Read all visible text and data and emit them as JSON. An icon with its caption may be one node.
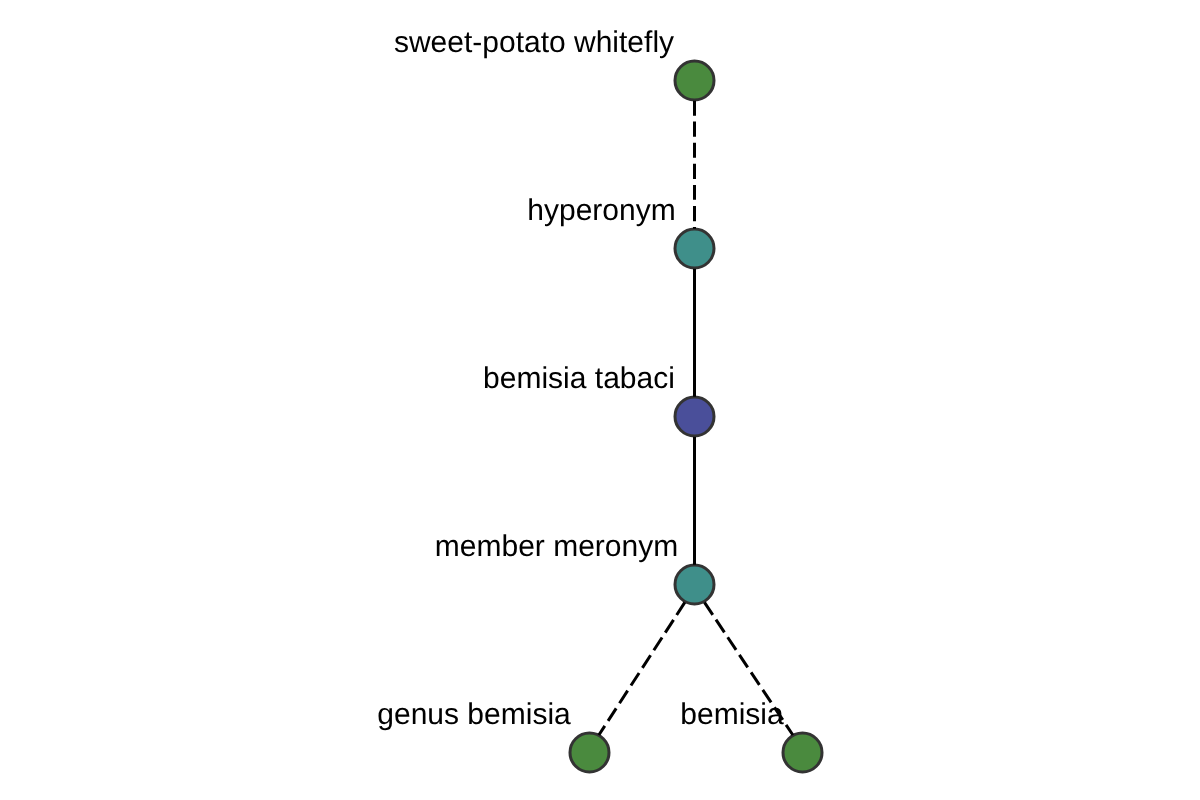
{
  "diagram": {
    "nodes": [
      {
        "text": [
          "sweet-potato whitefly"
        ]
      },
      {
        "text": [
          "hyperonym"
        ]
      },
      {
        "text": [
          "bemisia tabaci"
        ]
      },
      {
        "text": [
          "member meronym"
        ]
      },
      {
        "text": [
          "genus bemisia"
        ]
      },
      {
        "text": [
          "bemisia"
        ]
      }
    ],
    "edges": [
      {
        "from": 0,
        "to": 1,
        "arrow": "none",
        "style": "dashed"
      },
      {
        "from": 1,
        "to": 2,
        "arrow": "none"
      },
      {
        "from": 2,
        "to": 3,
        "arrow": "none"
      },
      {
        "from": 3,
        "to": 4,
        "arrow": "none",
        "style": "dashed"
      },
      {
        "from": 3,
        "to": 5,
        "arrow": "none",
        "style": "dashed"
      }
    ]
  }
}
